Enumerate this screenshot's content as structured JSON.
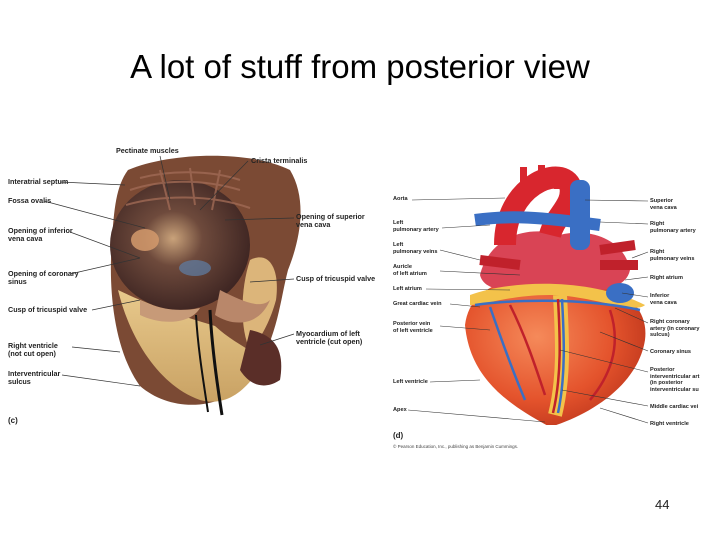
{
  "slide": {
    "title": "A lot of stuff from posterior view",
    "page_number": "44"
  },
  "panel_c": {
    "letter": "(c)",
    "labels": {
      "pectinate_muscles": "Pectinate muscles",
      "crista_terminalis": "Crista terminalis",
      "interatrial_septum": "Interatrial septum",
      "fossa_ovalis": "Fossa ovalis",
      "opening_inferior_vena_cava": "Opening of inferior\nvena cava",
      "opening_superior_vena_cava": "Opening of superior\nvena cava",
      "opening_coronary_sinus": "Opening of coronary\nsinus",
      "cusp_tricuspid_valve_right": "Cusp of tricuspid valve",
      "cusp_tricuspid_valve_left": "Cusp of tricuspid valve",
      "myocardium_left_ventricle": "Myocardium of left\nventricle (cut open)",
      "right_ventricle": "Right ventricle\n(not cut open)",
      "interventricular_sulcus": "Interventricular\nsulcus"
    }
  },
  "panel_d": {
    "letter": "(d)",
    "copyright": "© Pearson Education, Inc., publishing as Benjamin Cummings.",
    "left_labels": {
      "aorta": "Aorta",
      "left_pulmonary_artery": "Left\npulmonary artery",
      "left_pulmonary_veins": "Left\npulmonary veins",
      "auricle_left_atrium": "Auricle\nof left atrium",
      "left_atrium": "Left atrium",
      "great_cardiac_vein": "Great cardiac vein",
      "posterior_vein_lv": "Posterior vein\nof left ventricle",
      "left_ventricle": "Left ventricle",
      "apex": "Apex"
    },
    "right_labels": {
      "superior_vena_cava": "Superior\nvena cava",
      "right_pulmonary_artery": "Right\npulmonary artery",
      "right_pulmonary_veins": "Right\npulmonary veins",
      "right_atrium": "Right atrium",
      "inferior_vena_cava": "Inferior\nvena cava",
      "right_coronary_artery": "Right coronary\nartery (in coronary\nsulcus)",
      "coronary_sinus": "Coronary sinus",
      "posterior_interventricular_artery": "Posterior\ninterventricular art\n(in posterior\ninterventricular su",
      "middle_cardiac_vein": "Middle cardiac vei",
      "right_ventricle": "Right ventricle"
    }
  },
  "colors": {
    "artery_red": "#d8262e",
    "vein_blue": "#3a6fc4",
    "muscle_orange": "#ef6a3a",
    "fat_yellow": "#f3c24a",
    "dissection_brown": "#6b3a2a"
  }
}
